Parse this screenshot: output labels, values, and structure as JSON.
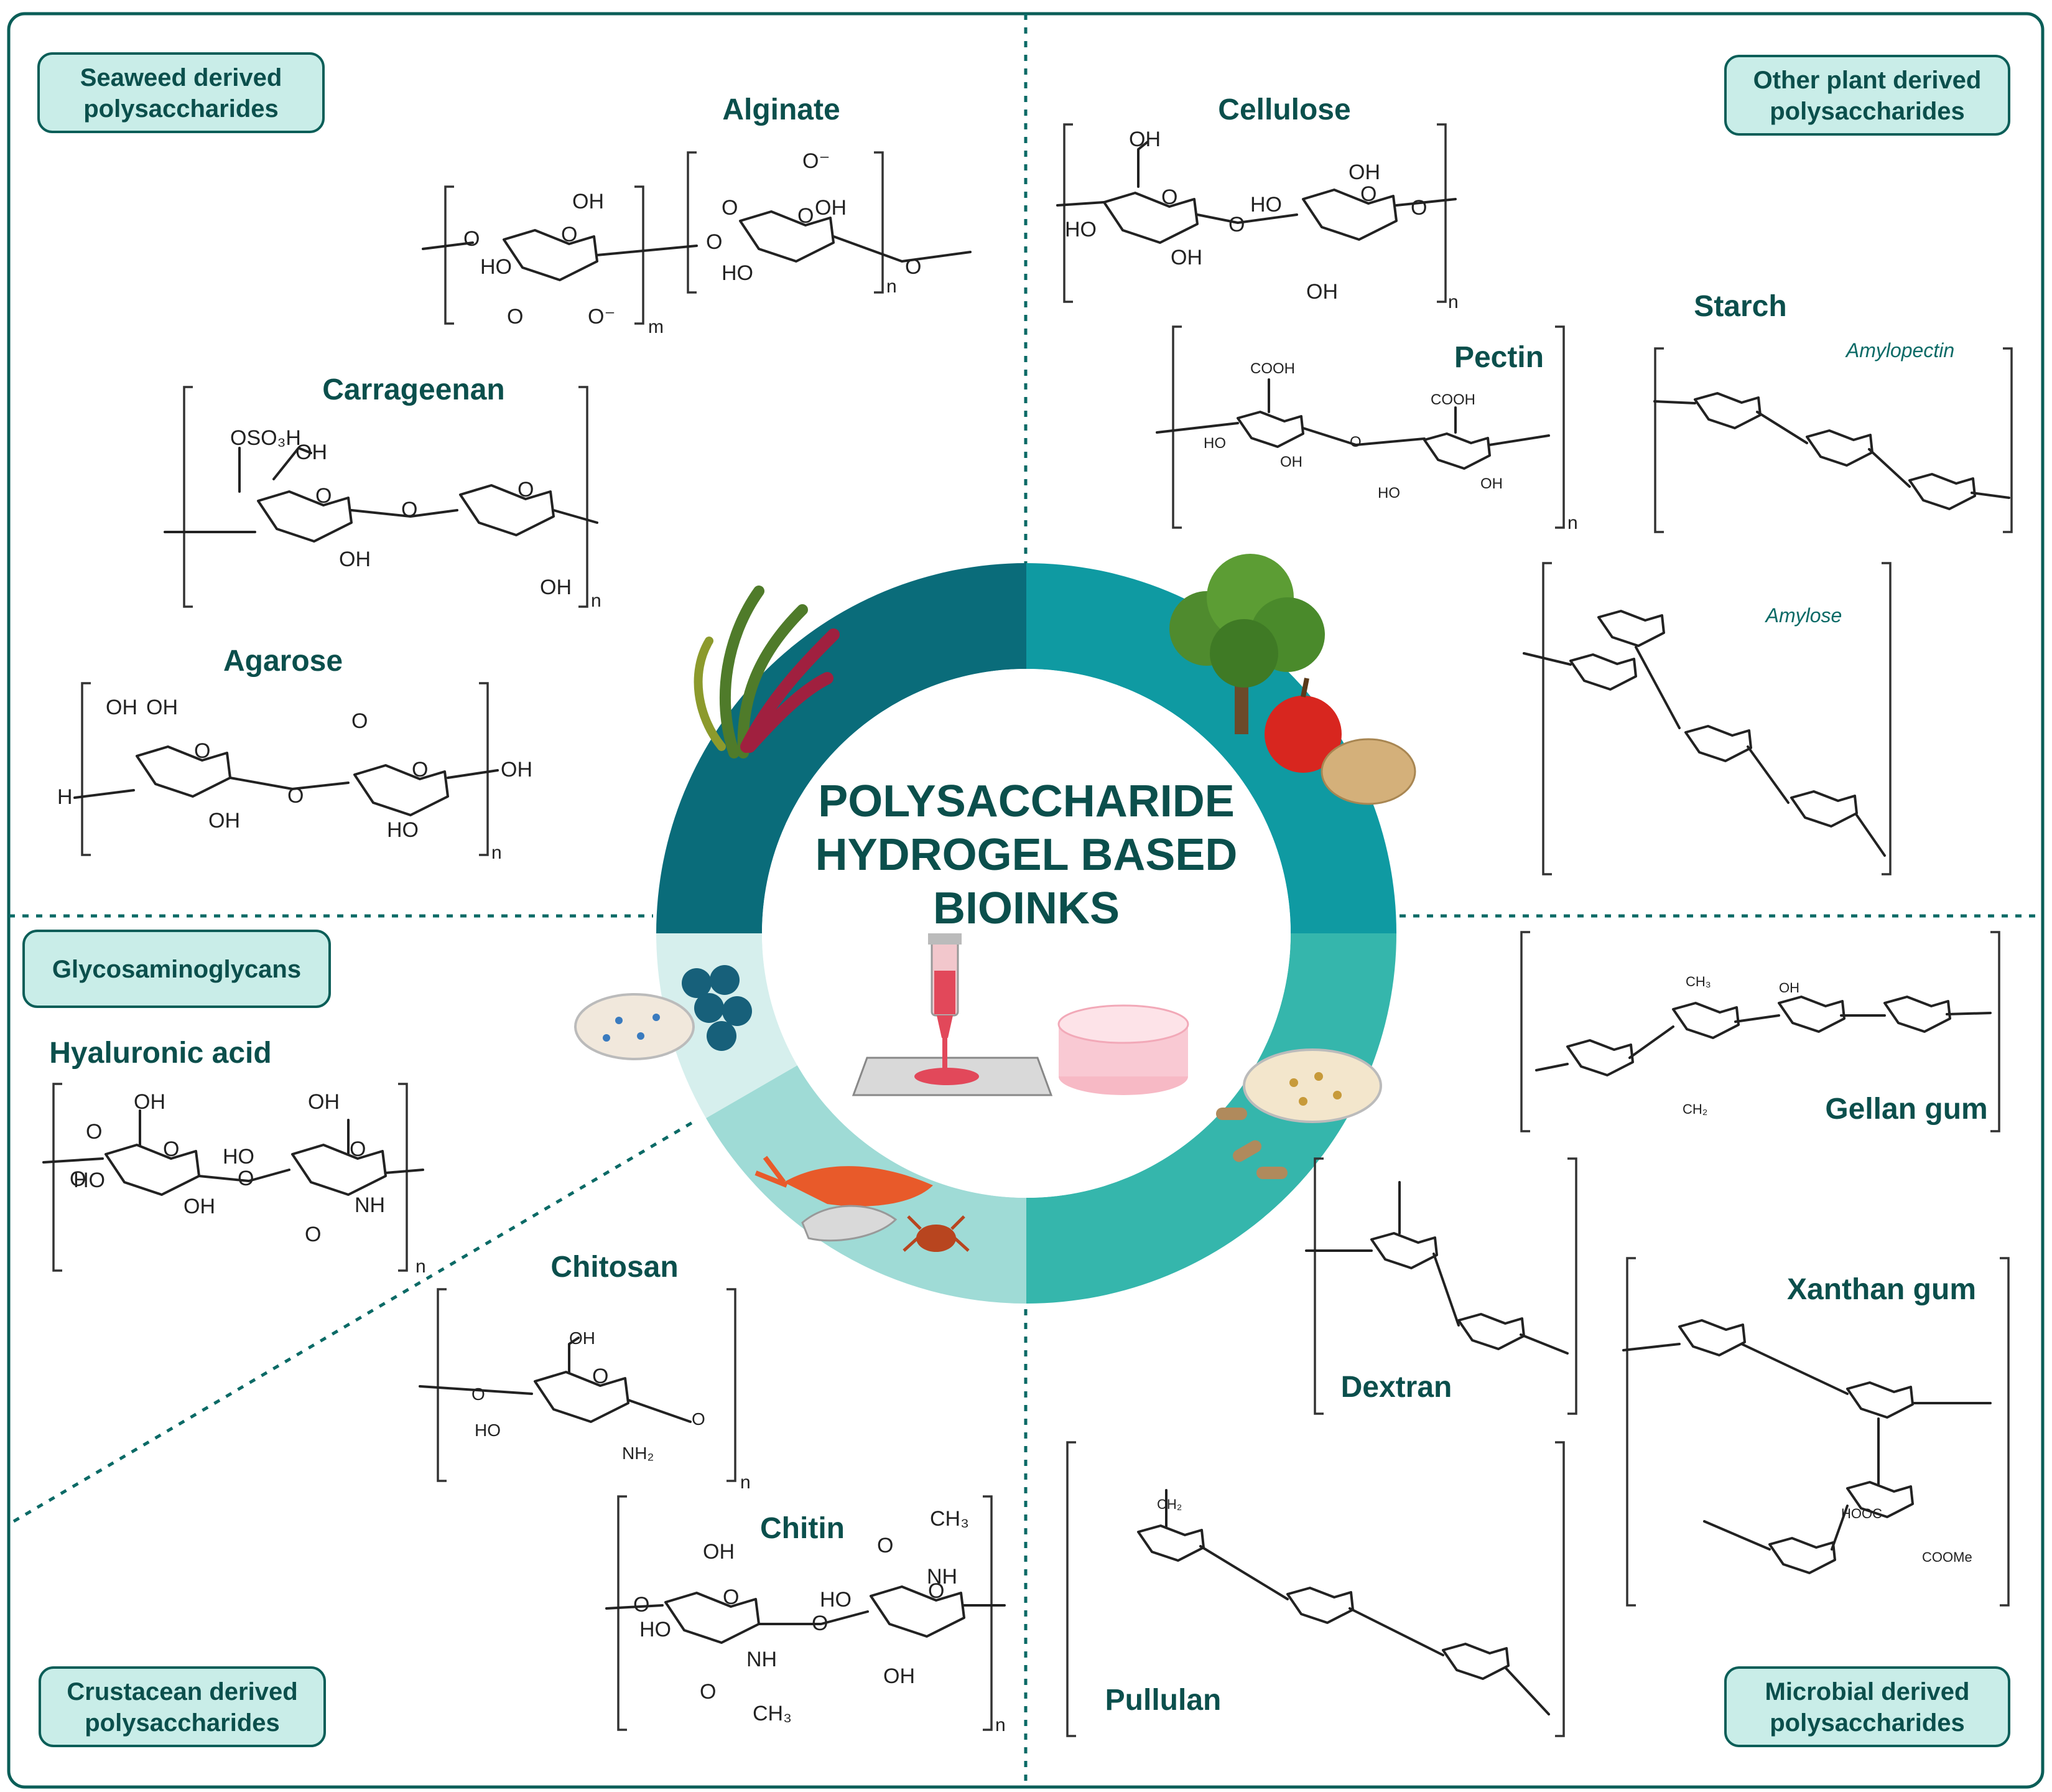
{
  "title": [
    "POLYSACCHARIDE",
    "HYDROGEL BASED",
    "BIOINKS"
  ],
  "categories": {
    "seaweed": [
      "Seaweed derived",
      "polysaccharides"
    ],
    "plant": [
      "Other plant derived",
      "polysaccharides"
    ],
    "gag": [
      "Glycosaminoglycans"
    ],
    "crustacean": [
      "Crustacean derived",
      "polysaccharides"
    ],
    "microbial": [
      "Microbial derived",
      "polysaccharides"
    ]
  },
  "polymers": {
    "alginate": "Alginate",
    "carrageenan": "Carrageenan",
    "agarose": "Agarose",
    "cellulose": "Cellulose",
    "pectin": "Pectin",
    "starch": "Starch",
    "amylopectin": "Amylopectin",
    "amylose": "Amylose",
    "gellan": "Gellan gum",
    "hyaluronic": "Hyaluronic acid",
    "chitosan": "Chitosan",
    "chitin": "Chitin",
    "dextran": "Dextran",
    "xanthan": "Xanthan gum",
    "pullulan": "Pullulan"
  },
  "labels": {
    "oh": "OH",
    "ho": "HO",
    "o": "O",
    "h": "H",
    "nh": "NH",
    "nh2": "NH₂",
    "cooh": "COOH",
    "hooc": "HOOC",
    "coome": "COOMe",
    "ch3": "CH₃",
    "ch2": "CH₂",
    "oso3h": "OSO₃H",
    "ominus": "O⁻",
    "n": "n",
    "m": "m"
  },
  "ring_colors": {
    "seaweed": "#0a6c7a",
    "plant": "#0f9aa2",
    "microbial": "#35b6ac",
    "crustacean": "#9fdbd6",
    "gag": "#d6efed"
  },
  "colors": {
    "frame": "#0b5e58",
    "box_fill": "#c9ede8",
    "text": "#0b4f4c"
  },
  "icons": [
    "seaweed-icon",
    "tree-icon",
    "apple-icon",
    "potato-icon",
    "petri-dish-icon",
    "bacteria-icon",
    "crayfish-icon",
    "shrimp-icon",
    "crab-icon",
    "bioprinter-icon",
    "hydrogel-disc-icon"
  ]
}
